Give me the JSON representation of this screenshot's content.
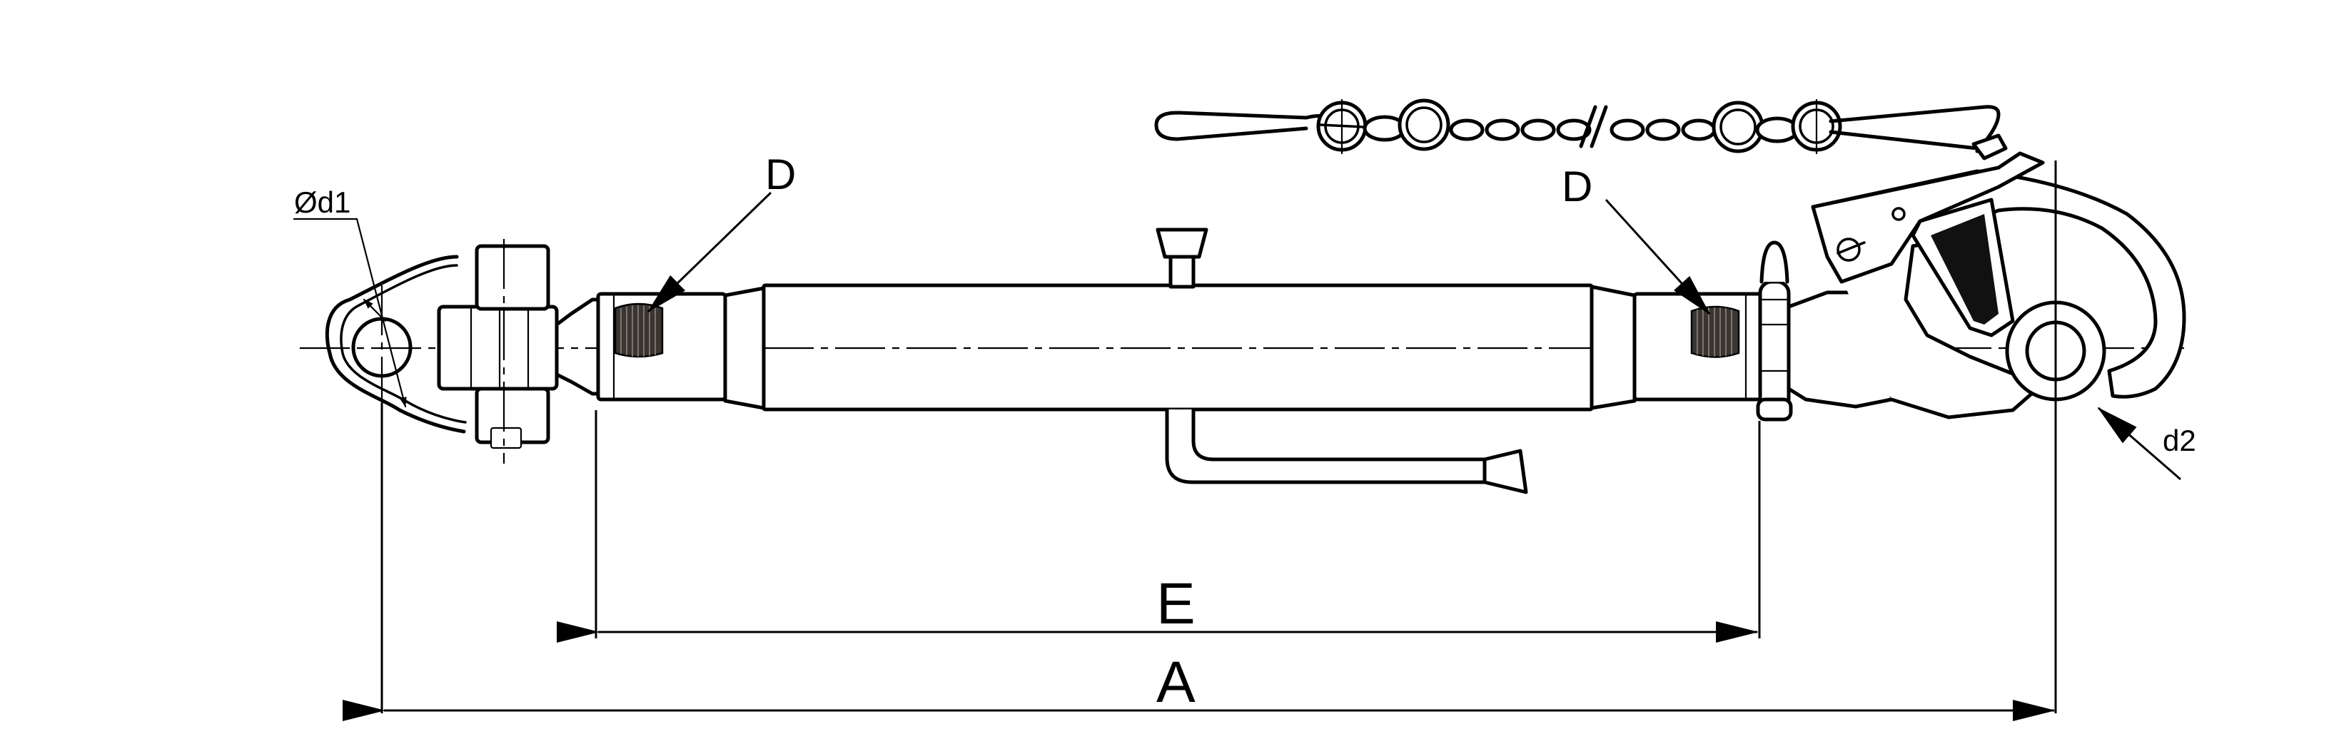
{
  "labels": {
    "d1": "Ød1",
    "d_left": "D",
    "d_right": "D",
    "d2": "d2",
    "e": "E",
    "a": "A"
  }
}
